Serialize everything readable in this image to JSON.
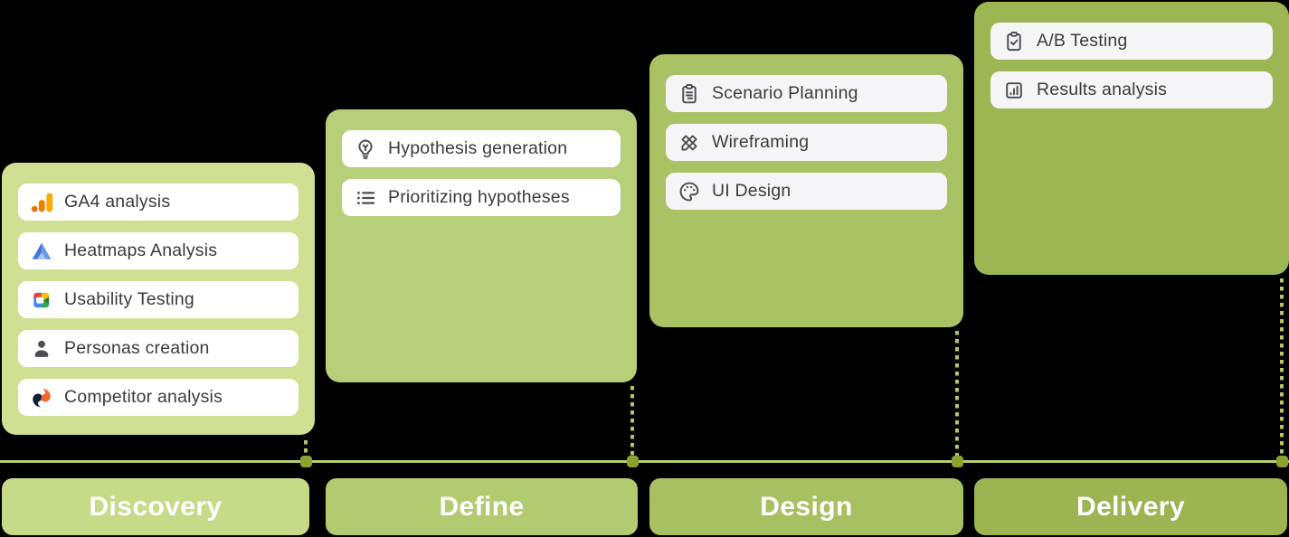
{
  "background_color": "#000000",
  "timeline": {
    "line_color": "#b9d06b",
    "marker_color": "#8ca130",
    "dotted_color": "#b2c963"
  },
  "phases": [
    {
      "name": "Discovery",
      "card_color": "#cfe092",
      "bar_color": "#c6db87",
      "items": [
        {
          "label": "GA4 analysis",
          "icon": "ga4-icon"
        },
        {
          "label": "Heatmaps Analysis",
          "icon": "heatmap-triangle-icon"
        },
        {
          "label": "Usability Testing",
          "icon": "google-meet-icon"
        },
        {
          "label": "Personas creation",
          "icon": "person-icon"
        },
        {
          "label": "Competitor analysis",
          "icon": "similarweb-icon"
        }
      ]
    },
    {
      "name": "Define",
      "card_color": "#b7cf78",
      "bar_color": "#b2cb70",
      "items": [
        {
          "label": "Hypothesis generation",
          "icon": "lightbulb-icon"
        },
        {
          "label": "Prioritizing hypotheses",
          "icon": "bulleted-list-icon"
        }
      ]
    },
    {
      "name": "Design",
      "card_color": "#a9c263",
      "bar_color": "#a7c061",
      "items": [
        {
          "label": "Scenario Planning",
          "icon": "clipboard-icon"
        },
        {
          "label": "Wireframing",
          "icon": "pencil-ruler-icon"
        },
        {
          "label": "UI Design",
          "icon": "palette-icon"
        }
      ]
    },
    {
      "name": "Delivery",
      "card_color": "#9db654",
      "bar_color": "#9cb452",
      "items": [
        {
          "label": "A/B Testing",
          "icon": "clipboard-check-icon"
        },
        {
          "label": "Results analysis",
          "icon": "bar-chart-square-icon"
        }
      ]
    }
  ]
}
